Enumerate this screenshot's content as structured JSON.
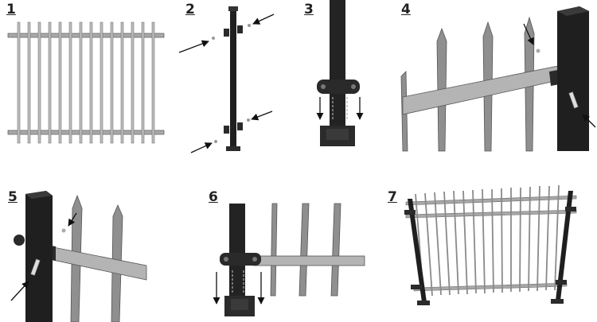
{
  "steps": [
    {
      "label": "1"
    },
    {
      "label": "2"
    },
    {
      "label": "3"
    },
    {
      "label": "4"
    },
    {
      "label": "5"
    },
    {
      "label": "6"
    },
    {
      "label": "7"
    }
  ],
  "colors": {
    "post": "#1f1f1f",
    "rail": "#a8a8a8",
    "picket": "#9c9c9c",
    "outline": "#555555",
    "bracket": "#2a2a2a"
  }
}
